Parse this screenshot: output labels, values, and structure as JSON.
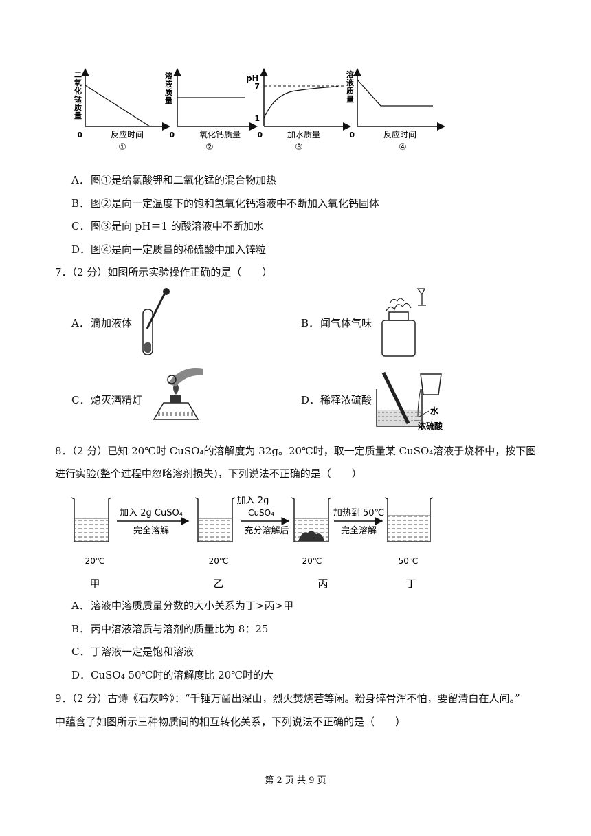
{
  "graphs": [
    {
      "ylabel": "二氧化锰质量",
      "xlabel": "反应时间",
      "origin": "0",
      "num": "①"
    },
    {
      "ylabel": "溶液质量",
      "xlabel": "氧化钙质量",
      "origin": "0",
      "num": "②"
    },
    {
      "ylabel": "pH",
      "xlabel": "加水质量",
      "origin": "0",
      "num": "③",
      "tick7": "7",
      "tick1": "1"
    },
    {
      "ylabel": "溶液质量",
      "xlabel": "反应时间",
      "origin": "0",
      "num": "④"
    }
  ],
  "q6": {
    "options": [
      {
        "letter": "A．",
        "text": "图①是给氯酸钾和二氧化锰的混合物加热"
      },
      {
        "letter": "B．",
        "text": "图②是向一定温度下的饱和氢氧化钙溶液中不断加入氧化钙固体"
      },
      {
        "letter": "C．",
        "text": "图③是向 pH＝1 的酸溶液中不断加水"
      },
      {
        "letter": "D．",
        "text": "图④是向一定质量的稀硫酸中加入锌粒"
      }
    ]
  },
  "q7": {
    "stem": "7．（2 分）如图所示实验操作正确的是（　　）",
    "options": [
      {
        "letter": "A．",
        "text": "滴加液体"
      },
      {
        "letter": "B．",
        "text": "闻气体气味"
      },
      {
        "letter": "C．",
        "text": "熄灭酒精灯"
      },
      {
        "letter": "D．",
        "text": "稀释浓硫酸"
      }
    ],
    "d_labels": {
      "water": "水",
      "acid": "浓硫酸"
    }
  },
  "q8": {
    "stem1": "8．（2 分）已知 20℃时 CuSO₄的溶解度为 32g。20℃时，取一定质量某 CuSO₄溶液于烧杯中，按下图",
    "stem2": "进行实验(整个过程中忽略溶剂损失)，下列说法不正确的是（　　）",
    "arrows": [
      {
        "top": "加入 2g CuSO₄",
        "bottom": "完全溶解"
      },
      {
        "top1": "加入 2g",
        "top2": "CuSO₄",
        "bottom": "充分溶解后"
      },
      {
        "top": "加热到 50℃",
        "bottom": "完全溶解"
      }
    ],
    "beakers": [
      {
        "temp": "20℃",
        "name": "甲"
      },
      {
        "temp": "20℃",
        "name": "乙"
      },
      {
        "temp": "20℃",
        "name": "丙"
      },
      {
        "temp": "50℃",
        "name": "丁"
      }
    ],
    "options": [
      {
        "letter": "A．",
        "text": "溶液中溶质质量分数的大小关系为丁>丙>甲"
      },
      {
        "letter": "B．",
        "text": "丙中溶液溶质与溶剂的质量比为 8：25"
      },
      {
        "letter": "C．",
        "text": "丁溶液一定是饱和溶液"
      },
      {
        "letter": "D．",
        "text": "CuSO₄ 50℃时的溶解度比 20℃时的大"
      }
    ]
  },
  "q9": {
    "stem1": "9．（2 分）古诗《石灰吟》：“千锤万凿出深山，烈火焚烧若等闲。粉身碎骨浑不怕，要留清白在人间。”",
    "stem2": "中蕴含了如图所示三种物质间的相互转化关系，下列说法不正确的是（　　）"
  },
  "footer": "第 2 页 共 9 页"
}
